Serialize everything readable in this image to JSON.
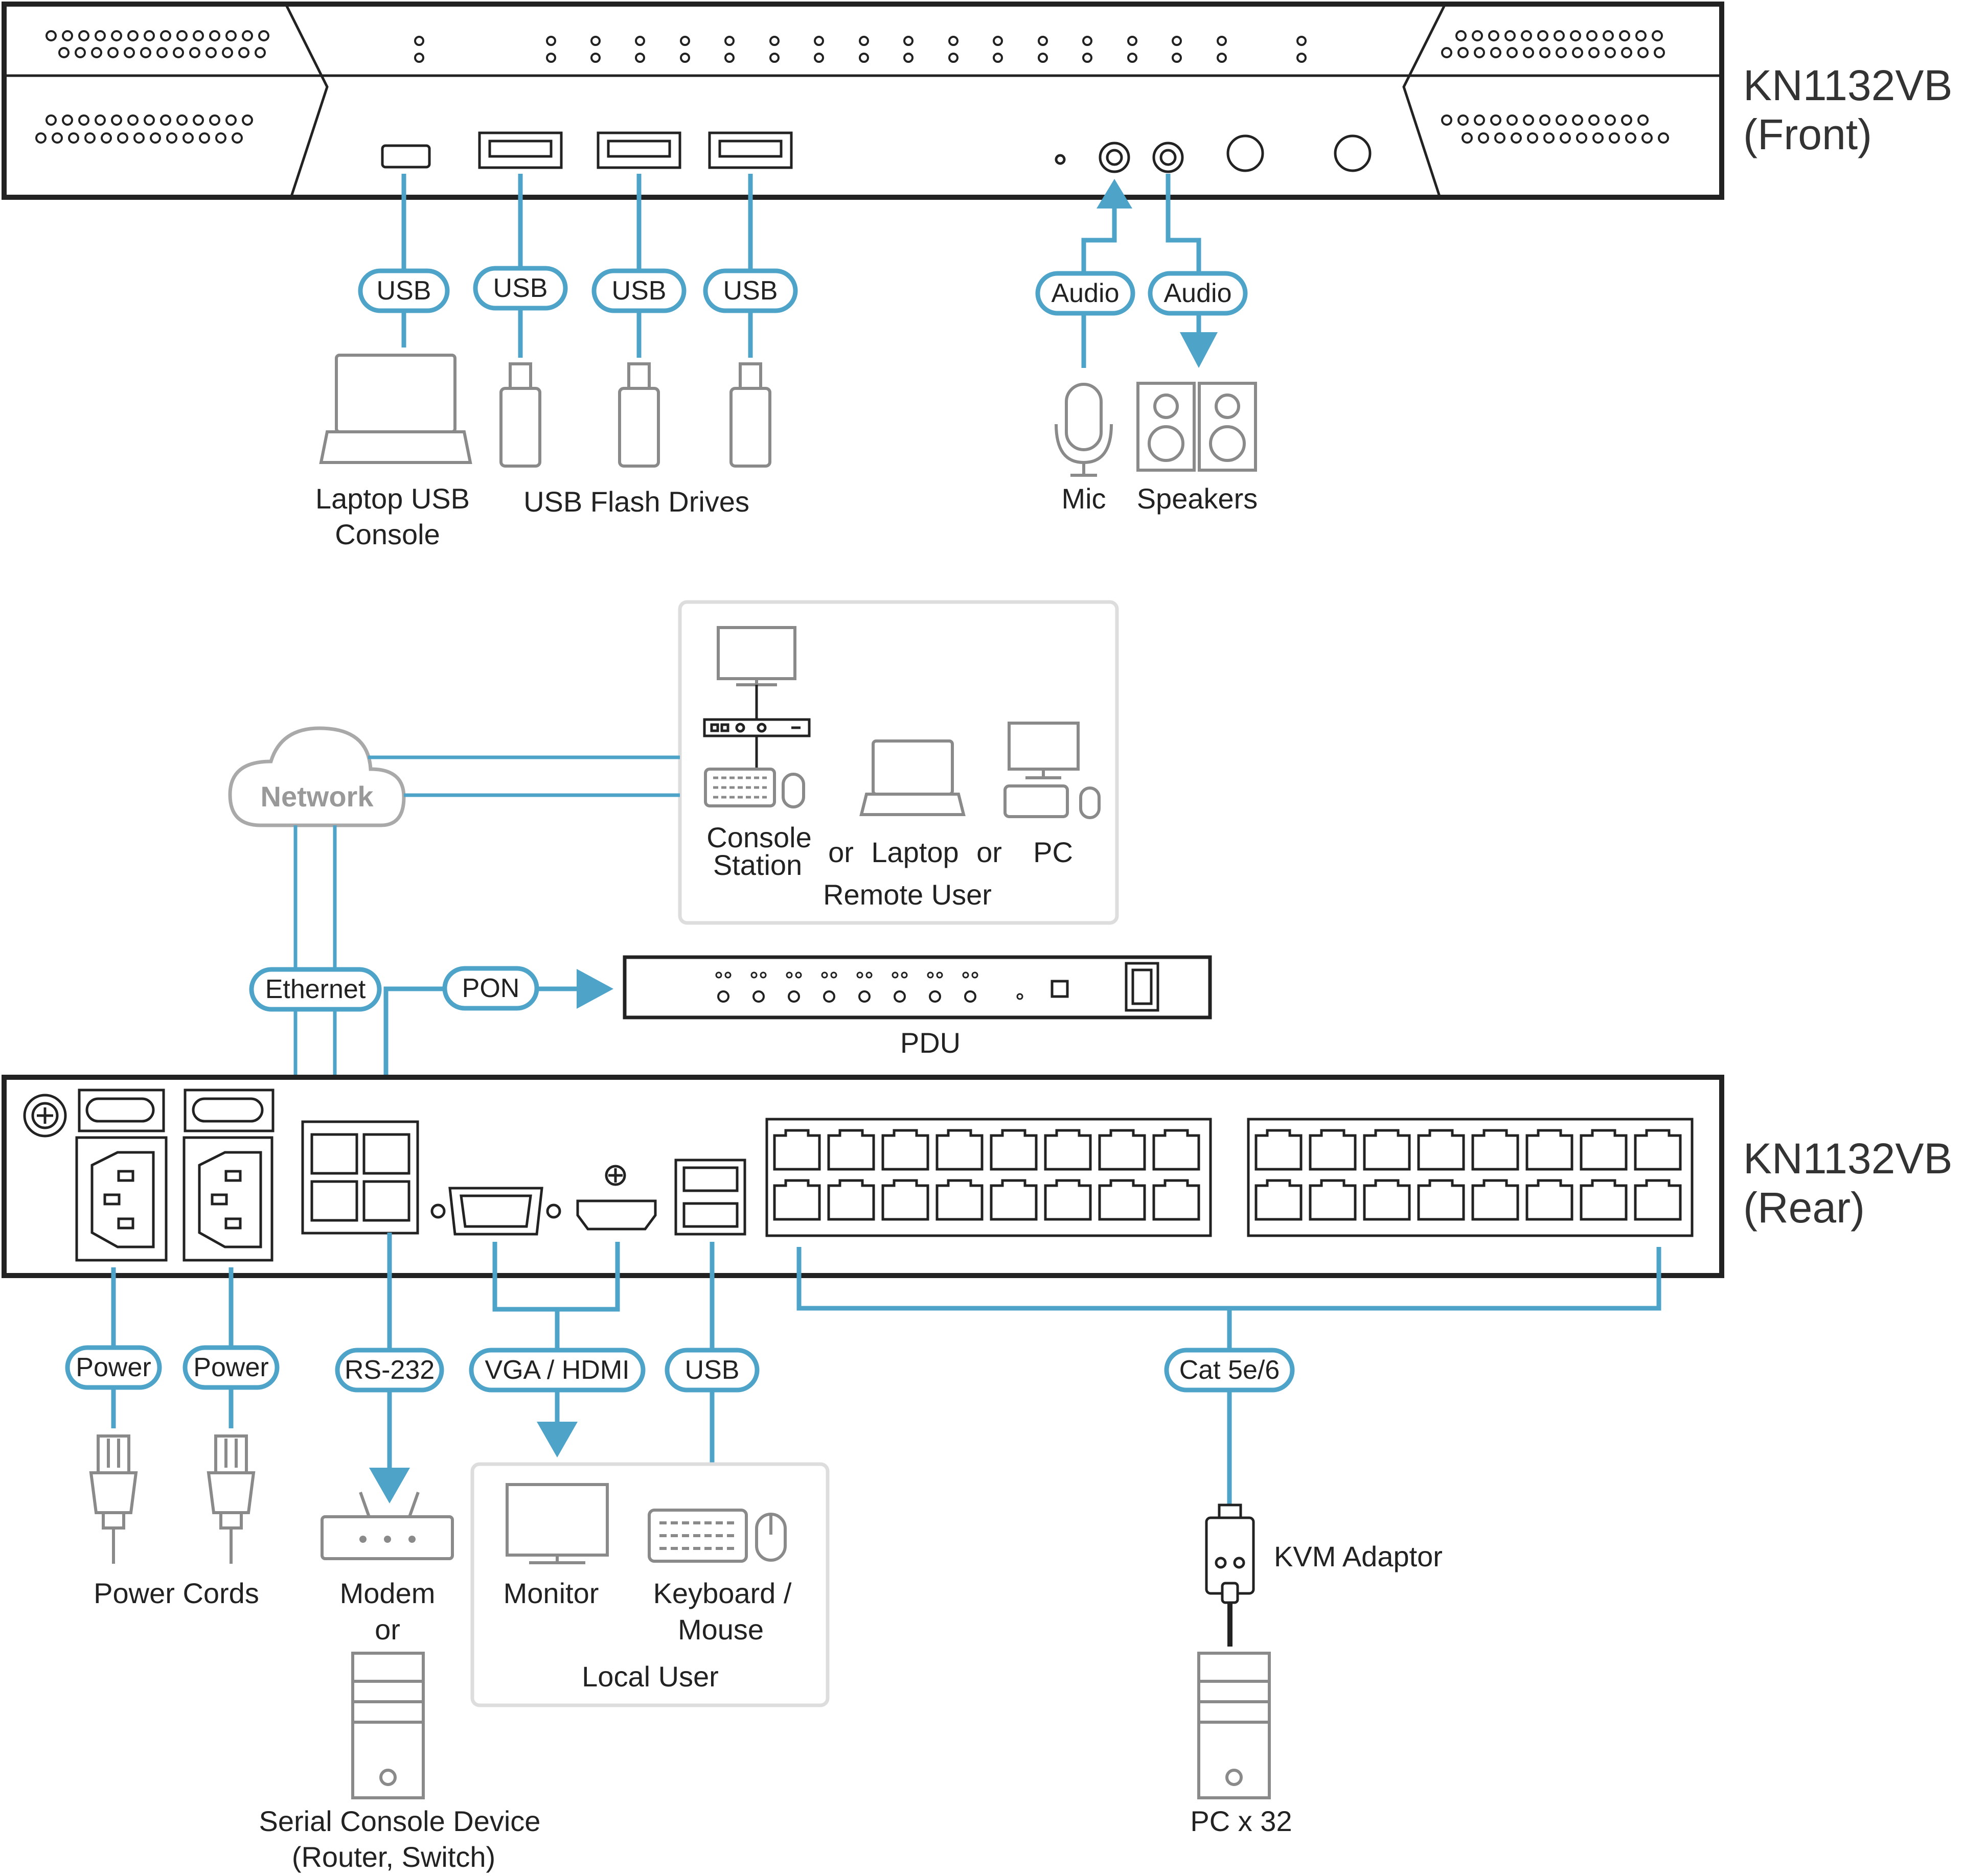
{
  "device": {
    "front_title": "KN1132VB",
    "front_subtitle": "(Front)",
    "rear_title": "KN1132VB",
    "rear_subtitle": "(Rear)"
  },
  "front": {
    "connectors": {
      "usb_1": "USB",
      "usb_2": "USB",
      "usb_3": "USB",
      "usb_4": "USB",
      "audio_in": "Audio",
      "audio_out": "Audio"
    },
    "devices": {
      "laptop_line1": "Laptop USB",
      "laptop_line2": "Console",
      "flash_drives": "USB Flash Drives",
      "mic": "Mic",
      "speakers": "Speakers"
    }
  },
  "remote": {
    "network": "Network",
    "console_line1": "Console",
    "console_line2": "Station",
    "or_1": "or",
    "laptop": "Laptop",
    "or_2": "or",
    "pc": "PC",
    "caption": "Remote User"
  },
  "middle": {
    "ethernet": "Ethernet",
    "pon": "PON",
    "pdu": "PDU"
  },
  "rear": {
    "connectors": {
      "power_1": "Power",
      "power_2": "Power",
      "rs232": "RS-232",
      "vga_hdmi": "VGA / HDMI",
      "usb": "USB",
      "cat": "Cat 5e/6"
    },
    "devices": {
      "power_cords": "Power Cords",
      "modem_line1": "Modem",
      "modem_line2": "or",
      "serial_line1": "Serial Console Device",
      "serial_line2": "(Router, Switch)",
      "monitor": "Monitor",
      "keyboard_line1": "Keyboard /",
      "keyboard_line2": "Mouse",
      "local_caption": "Local User",
      "kvm_adaptor": "KVM Adaptor",
      "pc_count": "PC x 32"
    }
  },
  "colors": {
    "cable": "#4ea3c9",
    "outline": "#222222",
    "box_border": "#dddddd"
  }
}
